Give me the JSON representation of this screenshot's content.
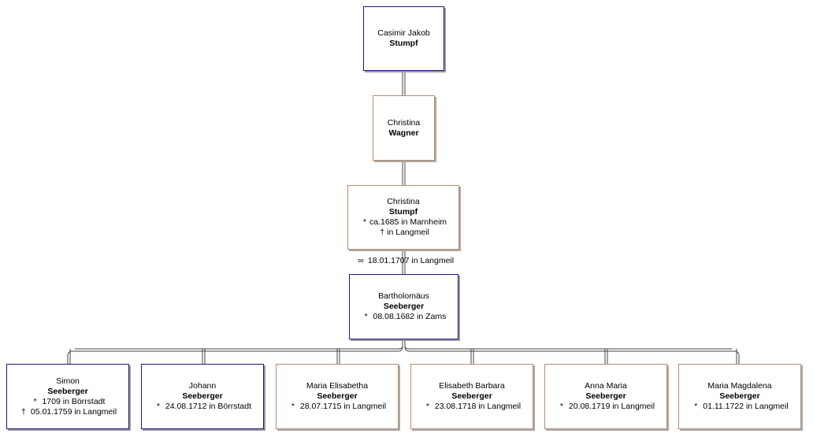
{
  "ancestors": [
    {
      "first": "Casimir Jakob",
      "last": "Stumpf",
      "sex": "m"
    },
    {
      "first": "Christina",
      "last": "Wagner",
      "sex": "f"
    },
    {
      "first": "Christina",
      "last": "Stumpf",
      "sex": "f",
      "birth": "ca.1685 in Marnheim",
      "death": "in Langmeil"
    }
  ],
  "marriage": {
    "symbol": "∞",
    "text": "18.01.1707 in Langmeil"
  },
  "spouse": {
    "first": "Bartholomäus",
    "last": "Seeberger",
    "sex": "m",
    "birth": "08.08.1682 in Zams"
  },
  "children": [
    {
      "first": "Simon",
      "last": "Seeberger",
      "sex": "m",
      "birth": "1709 in Börrstadt",
      "death": "05.01.1759 in Langmeil"
    },
    {
      "first": "Johann",
      "last": "Seeberger",
      "sex": "m",
      "birth": "24.08.1712 in Börrstadt"
    },
    {
      "first": "Maria Elisabetha",
      "last": "Seeberger",
      "sex": "f",
      "birth": "28.07.1715 in Langmeil"
    },
    {
      "first": "Elisabeth Barbara",
      "last": "Seeberger",
      "sex": "f",
      "birth": "23.08.1718 in Langmeil"
    },
    {
      "first": "Anna Maria",
      "last": "Seeberger",
      "sex": "f",
      "birth": "20.08.1719 in Langmeil"
    },
    {
      "first": "Maria Magdalena",
      "last": "Seeberger",
      "sex": "f",
      "birth": "01.11.1722 in Langmeil"
    }
  ],
  "symbols": {
    "birth": "*",
    "death": "†"
  },
  "colors": {
    "male_border": "#1a1a7a",
    "female_border": "#b98c70",
    "connector": "#444444"
  }
}
